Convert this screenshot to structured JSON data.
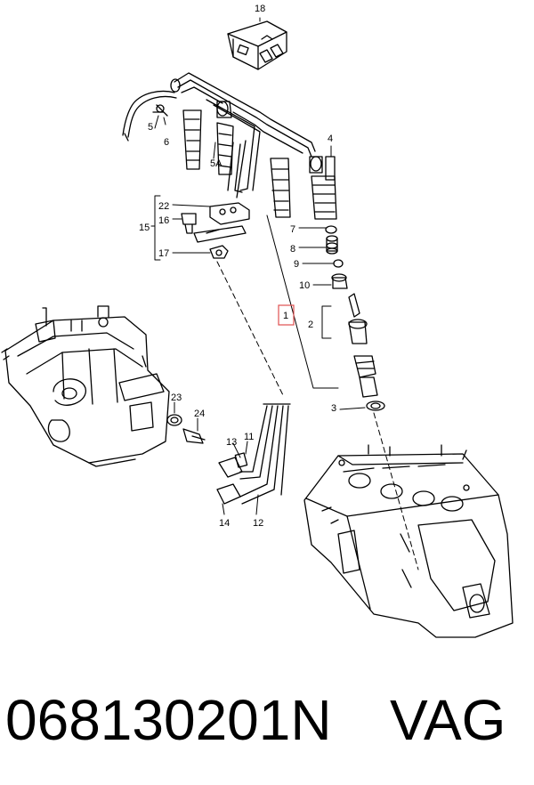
{
  "callouts": {
    "c18": "18",
    "c4": "4",
    "c5": "5",
    "c6": "6",
    "c5a": "5A",
    "c22": "22",
    "c16": "16",
    "c15": "15",
    "c17": "17",
    "c7": "7",
    "c8": "8",
    "c9": "9",
    "c10": "10",
    "c1": "1",
    "c2": "2",
    "c3": "3",
    "c23": "23",
    "c24": "24",
    "c13": "13",
    "c11": "11",
    "c14": "14",
    "c12": "12"
  },
  "highlight_color": "#e05050",
  "footer": {
    "part_number": "068130201N",
    "brand": "VAG"
  }
}
